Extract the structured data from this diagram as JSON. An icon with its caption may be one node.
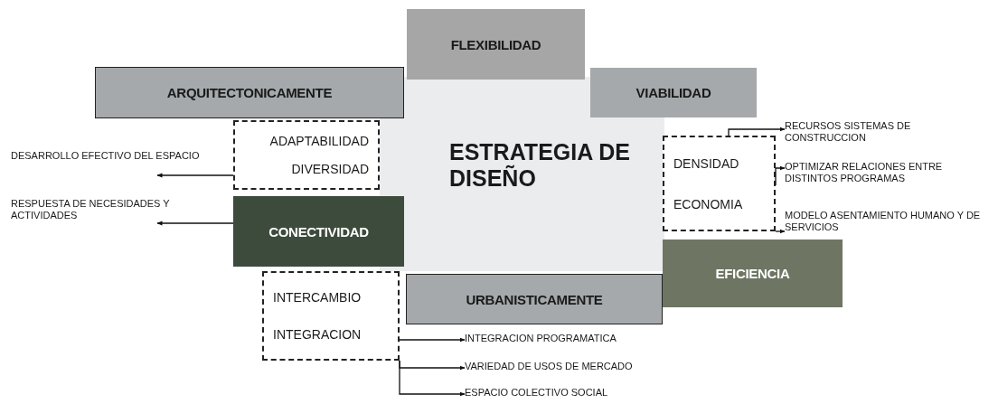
{
  "diagram": {
    "nodes": [
      {
        "text": [
          "FLEXIBILIDAD"
        ]
      },
      {
        "text": [
          "ARQUITECTONICAMENTE"
        ]
      },
      {
        "text": [
          "VIABILIDAD"
        ]
      },
      {
        "text": [
          "ESTRATEGIA DE DISEÑO"
        ]
      },
      {
        "text": [
          "ADAPTABILIDAD",
          "DIVERSIDAD"
        ]
      },
      {
        "text": [
          "RECURSOS SISTEMAS DE CONSTRUCCION"
        ]
      },
      {
        "text": [
          "DENSIDAD",
          "ECONOMIA"
        ]
      },
      {
        "text": [
          "OPTIMIZAR RELACIONES ENTRE DISTINTOS PROGRAMAS"
        ]
      },
      {
        "text": [
          "DESARROLLO EFECTIVO DEL ESPACIO"
        ]
      },
      {
        "text": [
          "MODELO ASENTAMIENTO HUMANO Y DE SERVICIOS"
        ]
      },
      {
        "text": [
          "RESPUESTA DE NECESIDADES Y ACTIVIDADES"
        ]
      },
      {
        "text": [
          "CONECTIVIDAD"
        ]
      },
      {
        "text": [
          "EFICIENCIA"
        ]
      },
      {
        "text": [
          "INTERCAMBIO",
          "INTEGRACION"
        ]
      },
      {
        "text": [
          "URBANISTICAMENTE"
        ]
      },
      {
        "text": [
          "INTEGRACION PROGRAMATICA"
        ]
      },
      {
        "text": [
          "VARIEDAD DE USOS DE MERCADO"
        ]
      },
      {
        "text": [
          "ESPACIO COLECTIVO  SOCIAL"
        ]
      }
    ],
    "edges": [
      {
        "from": 4,
        "to": 8,
        "arrow": "to"
      },
      {
        "from": 11,
        "to": 10,
        "arrow": "to"
      },
      {
        "from": 6,
        "to": 5,
        "arrow": "to"
      },
      {
        "from": 6,
        "to": 7,
        "arrow": "to"
      },
      {
        "from": 6,
        "to": 9,
        "arrow": "to"
      },
      {
        "from": 13,
        "to": 15,
        "arrow": "to"
      },
      {
        "from": 13,
        "to": 16,
        "arrow": "to"
      },
      {
        "from": 13,
        "to": 17,
        "arrow": "to"
      }
    ]
  }
}
